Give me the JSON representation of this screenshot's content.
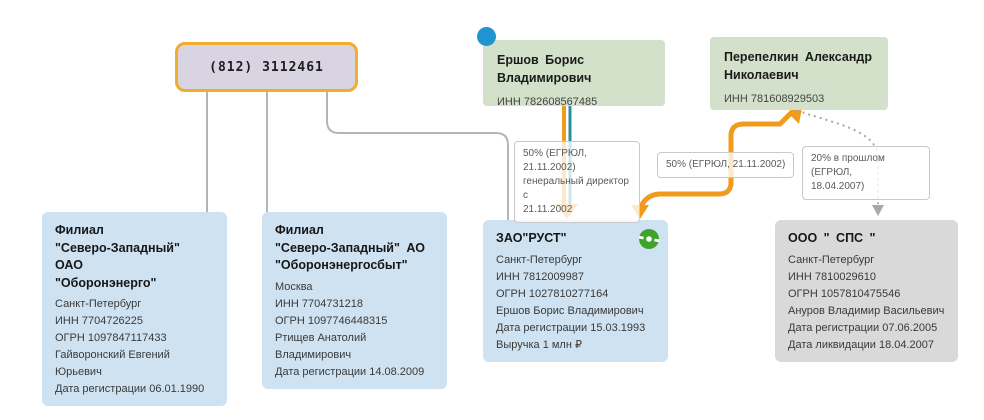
{
  "diagram": {
    "phone": {
      "label": "(812) 3112461"
    },
    "persons": {
      "ershov": {
        "name": "Ершов Борис Владимирович",
        "inn": "ИНН 782608567485"
      },
      "perepelkin": {
        "name": "Перепелкин Александр Николаевич",
        "inn": "ИНН 781608929503"
      }
    },
    "companies": {
      "branch_nw_oao": {
        "title": "Филиал\n\"Северо-Западный\" ОАО\n\"Оборонэнерго\"",
        "lines": [
          "Санкт-Петербург",
          "ИНН 7704726225",
          "ОГРН 1097847117433",
          "Гайворонский Евгений Юрьевич",
          "Дата регистрации 06.01.1990"
        ]
      },
      "branch_nw_ao": {
        "title": "Филиал\n\"Северо-Западный\" АО\n\"Оборонэнергосбыт\"",
        "lines": [
          "Москва",
          "ИНН 7704731218",
          "ОГРН 1097746448315",
          "Ртищев Анатолий Владимирович",
          "Дата регистрации 14.08.2009"
        ]
      },
      "rust": {
        "title": "ЗАО\"РУСТ\"",
        "lines": [
          "Санкт-Петербург",
          "ИНН 7812009987",
          "ОГРН 1027810277164",
          "Ершов Борис Владимирович",
          "Дата регистрации 15.03.1993",
          "Выручка 1 млн ₽"
        ]
      },
      "sps": {
        "title": "ООО \" СПС \"",
        "lines": [
          "Санкт-Петербург",
          "ИНН 7810029610",
          "ОГРН 1057810475546",
          "Ануров Владимир Васильевич",
          "Дата регистрации 07.06.2005",
          "Дата ликвидации 18.04.2007"
        ]
      }
    },
    "edge_labels": {
      "ershov_rust": "50% (ЕГРЮЛ, 21.11.2002)\nгенеральный директор с\n21.11.2002",
      "perepelkin_rust": "50% (ЕГРЮЛ, 21.11.2002)",
      "perepelkin_sps": "20% в прошлом (ЕГРЮЛ,\n18.04.2007)"
    },
    "colors": {
      "ownership_edge": "#F09B1E",
      "director_edge": "#2D8C9E",
      "neutral_edge": "#B5B5B5",
      "dotted_edge": "#A8A8A8",
      "person_marker": "#2095D0",
      "active_company_icon": "#3FA32A",
      "phone_node_border": "#EFAE2C"
    }
  }
}
